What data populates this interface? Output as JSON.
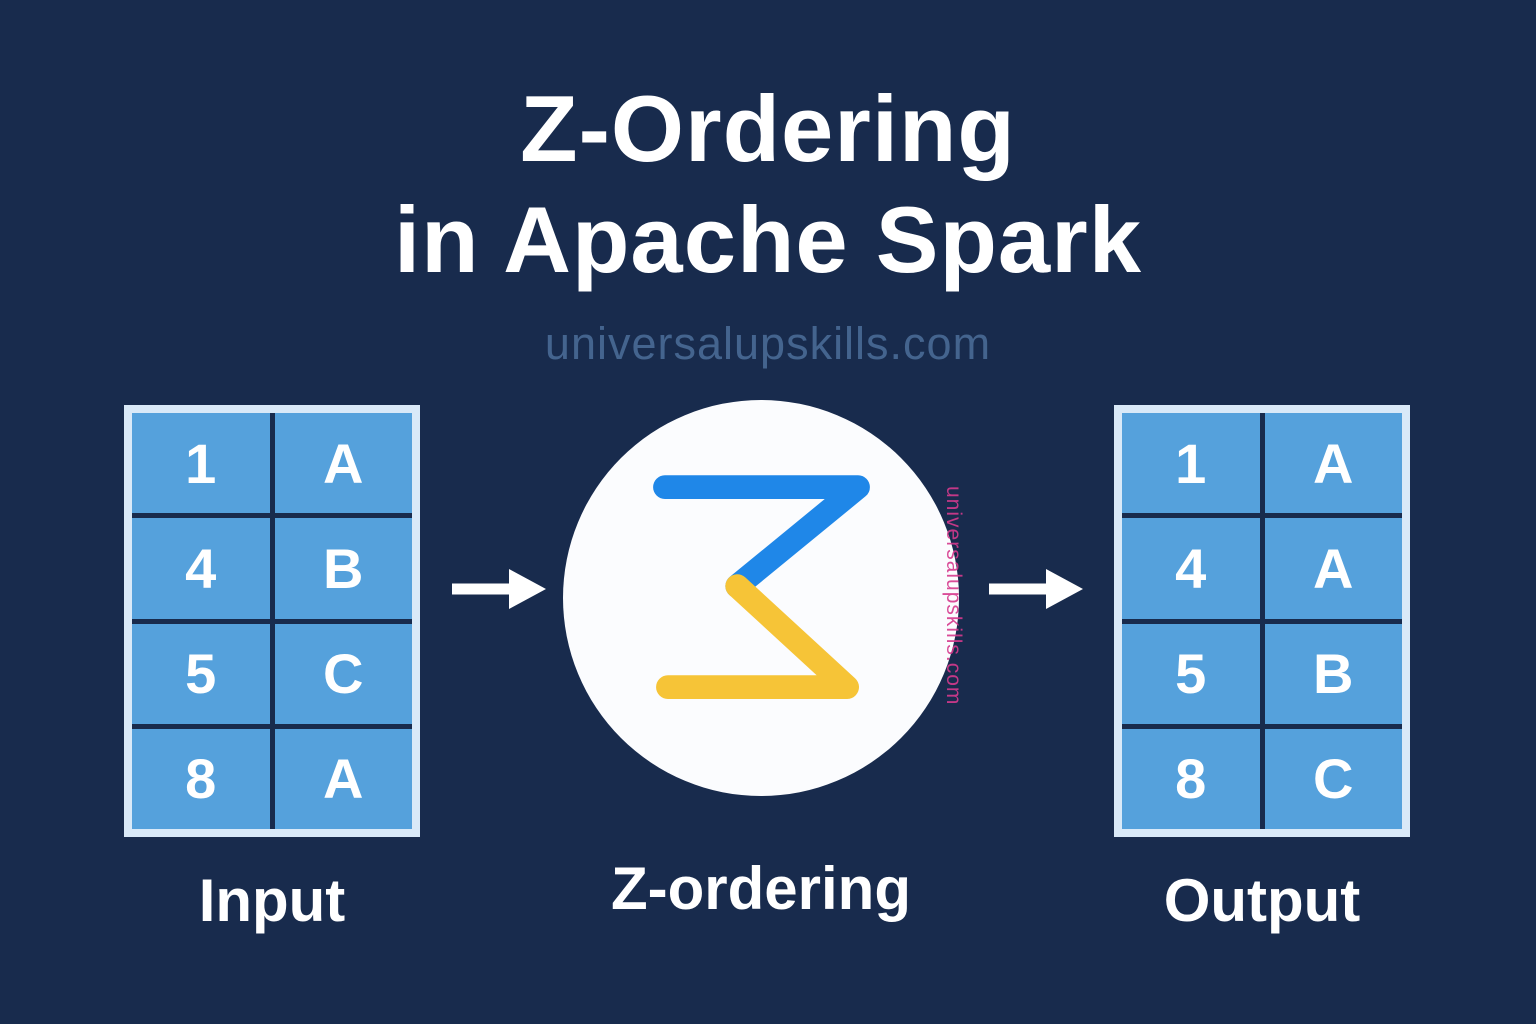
{
  "title": {
    "line1": "Z-Ordering",
    "line2": "in Apache Spark"
  },
  "watermark": {
    "site": "universalupskills.com",
    "vertical_site": "universalupskills.com"
  },
  "diagram": {
    "input": {
      "label": "Input",
      "rows": [
        [
          "1",
          "A"
        ],
        [
          "4",
          "B"
        ],
        [
          "5",
          "C"
        ],
        [
          "8",
          "A"
        ]
      ]
    },
    "process": {
      "label": "Z-ordering"
    },
    "output": {
      "label": "Output",
      "rows": [
        [
          "1",
          "A"
        ],
        [
          "4",
          "A"
        ],
        [
          "5",
          "B"
        ],
        [
          "8",
          "C"
        ]
      ]
    }
  },
  "icons": {
    "arrow_right": "white right arrow",
    "z_logo": "zigzag Z glyph, blue top / yellow bottom, in white circle"
  },
  "colors": {
    "background": "#182b4d",
    "cell_blue": "#55a1dc",
    "table_border": "#d9e9f8",
    "text_white": "#ffffff",
    "watermark_blue": "#44648e",
    "watermark_pink": "#d63a8e",
    "z_blue": "#1f87e8",
    "z_yellow": "#f6c437",
    "circle_white": "#fbfcfe"
  }
}
